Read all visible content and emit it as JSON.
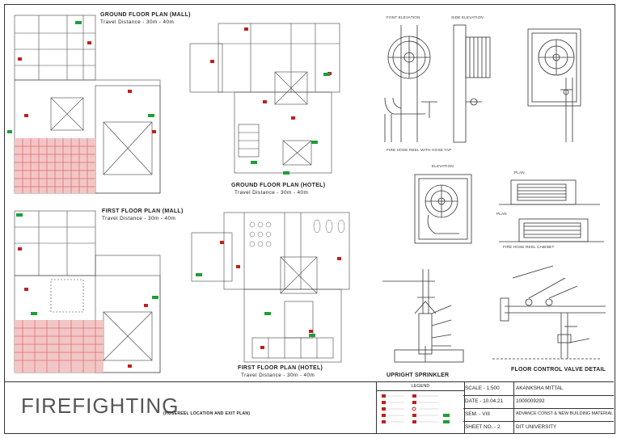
{
  "plans": {
    "ground_mall": {
      "title": "GROUND FLOOR PLAN (MALL)",
      "travel": "Travel Distance - 30m - 40m"
    },
    "first_mall": {
      "title": "FIRST FLOOR PLAN (MALL)",
      "travel": "Travel Distance - 30m - 40m"
    },
    "ground_hotel": {
      "title": "GROUND FLOOR PLAN (HOTEL)",
      "travel": "Travel Distance - 30m - 40m"
    },
    "first_hotel": {
      "title": "FIRST FLOOR PLAN (HOTEL)",
      "travel": "Travel Distance - 30m - 40m"
    }
  },
  "details": {
    "front_elevation": "FONT ELEVATION",
    "side_elevation": "SIDE ELEVATION",
    "hose_reel_tap": "FIRE HOSE REEL WITH HOSE TAP",
    "elevation": "ELEVATION",
    "plan1": "PLAN",
    "plan2": "PLAN",
    "hose_reel_cabinet": "FIRE HOSE REEL CABINET",
    "upright_sprinkler": "UPRIGHT SPRINKLER",
    "floor_control_valve": "FLOOR CONTROL VALVE DETAIL"
  },
  "title_block": {
    "main": "FIREFIGHTING",
    "sub": "(HOSEREEL LOCATION AND EXIT PLAN)",
    "legend": "LEGEND",
    "scale": "SCALE - 1:500",
    "date": "DATE - 10.04.21",
    "sem": "SEM. - VIII",
    "sheet": "SHEET NO. - 2",
    "author": "AKANKSHA MITTAL",
    "roll": "1000009292",
    "subject": "ADVANCE CONST & NEW BUILDING MATERIAL",
    "university": "DIT UNIVERSITY"
  },
  "colors": {
    "line": "#333333",
    "hatch": "#d94040",
    "exit_sign": "#1e9e3a",
    "hose_reel": "#c0201f"
  }
}
